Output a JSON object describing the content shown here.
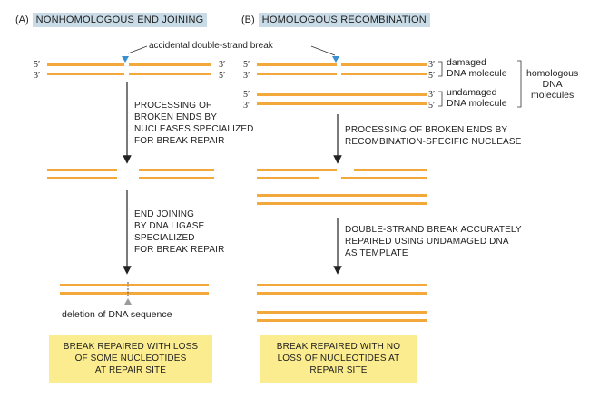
{
  "colors": {
    "dna_strand": "#f2a83a",
    "header_tag_bg": "#c9dbe6",
    "result_box_bg": "#fbec8f",
    "break_marker": "#3a8fd0",
    "deletion_marker": "#9a9a9a",
    "arrow": "#222222"
  },
  "panel_a": {
    "letter": "(A)",
    "title": "NONHOMOLOGOUS END JOINING",
    "end_top_left": "5′",
    "end_bottom_left": "3′",
    "end_top_right": "3′",
    "end_bottom_right": "5′",
    "step1_lines": [
      "PROCESSING OF",
      "BROKEN ENDS BY",
      "NUCLEASES SPECIALIZED",
      "FOR BREAK REPAIR"
    ],
    "step2_lines": [
      "END JOINING",
      "BY DNA LIGASE",
      "SPECIALIZED",
      "FOR BREAK REPAIR"
    ],
    "deletion_label": "deletion of DNA sequence",
    "result_lines": [
      "BREAK REPAIRED WITH LOSS",
      "OF SOME NUCLEOTIDES",
      "AT REPAIR SITE"
    ]
  },
  "panel_b": {
    "letter": "(B)",
    "title": "HOMOLOGOUS RECOMBINATION",
    "break_label": "accidental double-strand break",
    "damaged_end_top_left": "5′",
    "damaged_end_bottom_left": "3′",
    "damaged_end_top_right": "3′",
    "damaged_end_bottom_right": "5′",
    "undamaged_end_top_left": "5′",
    "undamaged_end_bottom_left": "3′",
    "undamaged_end_top_right": "3′",
    "undamaged_end_bottom_right": "5′",
    "damaged_lines": [
      "damaged",
      "DNA molecule"
    ],
    "undamaged_lines": [
      "undamaged",
      "DNA molecule"
    ],
    "homologous_lines": [
      "homologous",
      "DNA",
      "molecules"
    ],
    "step1_lines": [
      "PROCESSING OF BROKEN ENDS BY",
      "RECOMBINATION-SPECIFIC NUCLEASE"
    ],
    "step2_lines": [
      "DOUBLE-STRAND BREAK ACCURATELY",
      "REPAIRED USING UNDAMAGED DNA",
      "AS TEMPLATE"
    ],
    "result_lines": [
      "BREAK REPAIRED WITH NO",
      "LOSS OF NUCLEOTIDES AT",
      "REPAIR SITE"
    ]
  }
}
